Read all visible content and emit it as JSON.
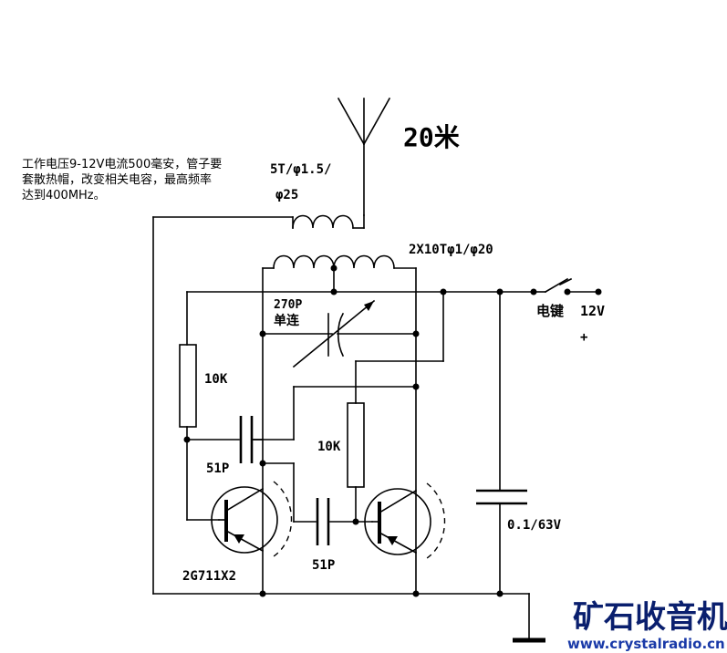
{
  "note": {
    "line1": "工作电压9-12V电流500毫安，管子要",
    "line2": "套散热帽，改变相关电容，最高频率",
    "line3": "达到400MHz。"
  },
  "labels": {
    "antenna_length": "20米",
    "coil1_spec_line1": "5T/φ1.5/",
    "coil1_spec_line2": "φ25",
    "coil2_spec": "2X10Tφ1/φ20",
    "var_cap_value": "270P",
    "var_cap_type": "单连",
    "resistor_left": "10K",
    "resistor_right": "10K",
    "cap_left": "51P",
    "cap_mid": "51P",
    "transistor": "2G711X2",
    "cap_bypass": "0.1/63V",
    "key": "电键",
    "supply": "12V",
    "supply_polarity": "+"
  },
  "watermark": {
    "title": "矿石收音机",
    "url": "www.crystalradio.cn"
  }
}
